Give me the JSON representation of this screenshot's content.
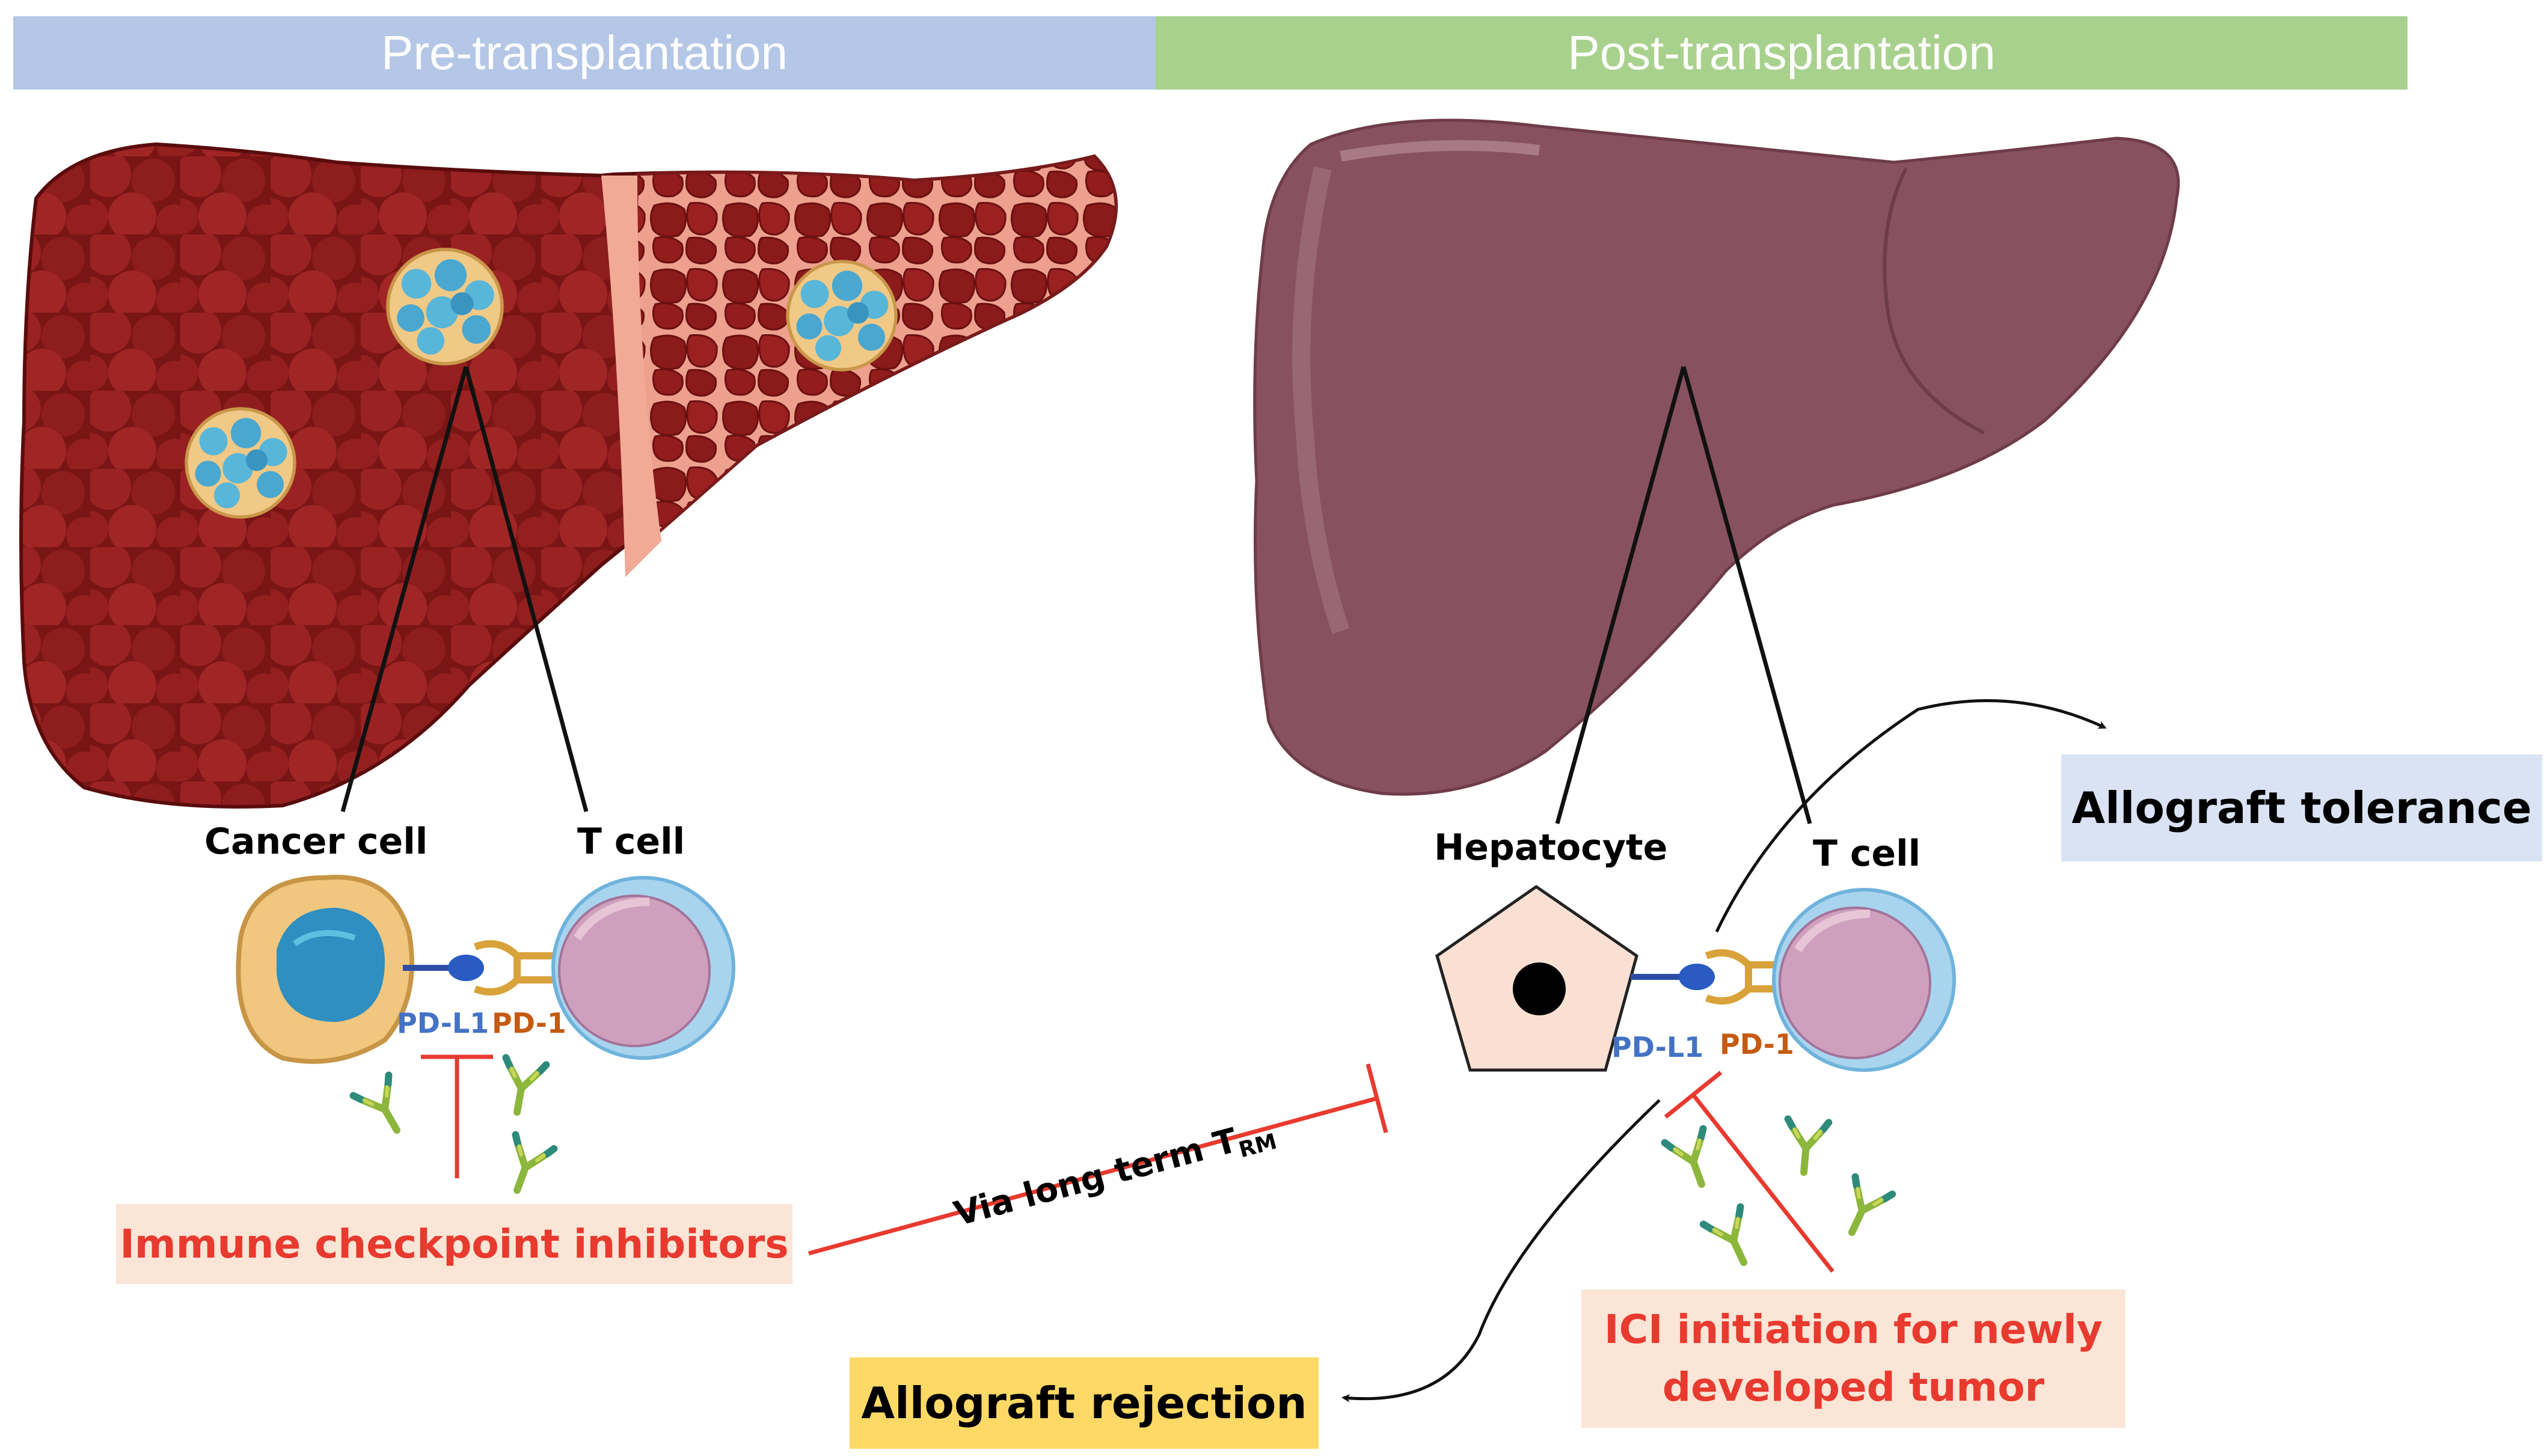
{
  "header": {
    "pre_title": "Pre-transplantation",
    "post_title": "Post-transplantation"
  },
  "pre": {
    "cancer_cell_label": "Cancer cell",
    "t_cell_label": "T cell",
    "pdl1_label": "PD-L1",
    "pd1_label": "PD-1"
  },
  "post": {
    "hepatocyte_label": "Hepatocyte",
    "t_cell_label": "T cell",
    "pdl1_label": "PD-L1",
    "pd1_label": "PD-1"
  },
  "boxes": {
    "ici_label": "Immune checkpoint inhibitors",
    "ici_new_line1": "ICI initiation for newly",
    "ici_new_line2": "developed tumor",
    "tolerance_label": "Allograft tolerance",
    "rejection_label": "Allograft rejection"
  },
  "annotation": {
    "via_text": "Via long term T",
    "via_sub": "RM"
  },
  "colors": {
    "pre_banner": "#b4c7e7",
    "post_banner": "#a9d18e",
    "ici_box": "#fbe5d6",
    "tolerance_box": "#dae3f3",
    "rejection_box": "#ffd966",
    "inhibit_red": "#e83a2f",
    "pdl1_blue": "#4472c4",
    "pd1_orange": "#c55a11",
    "diseased_liver": "#8b1a1a",
    "healthy_liver": "#875160"
  },
  "icons": [
    "liver-diseased-icon",
    "tumor-cluster-icon",
    "cancer-cell-icon",
    "t-cell-icon",
    "antibody-icon",
    "liver-healthy-icon",
    "hepatocyte-icon"
  ]
}
